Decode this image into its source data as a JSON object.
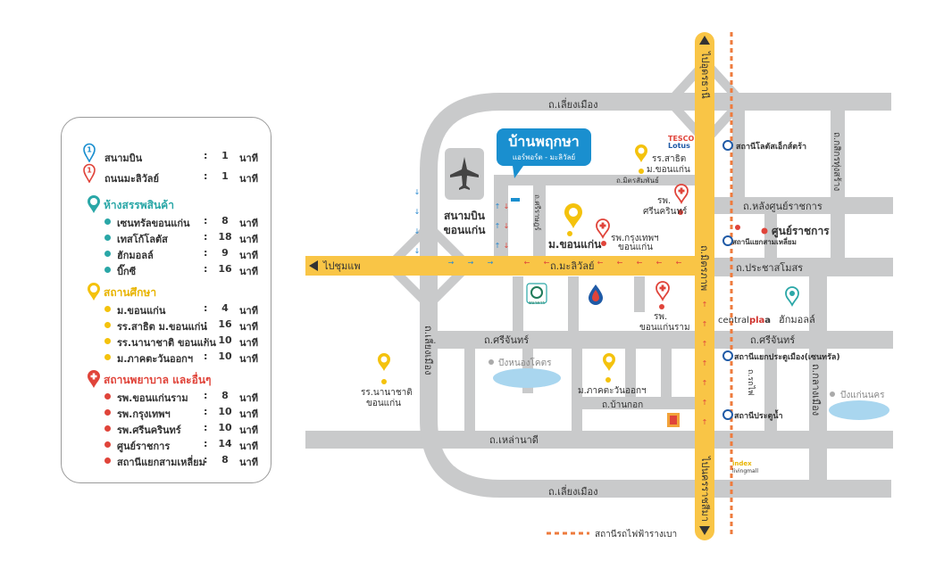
{
  "legend": {
    "transport": [
      {
        "name": "สนามบิน",
        "minutes": "1",
        "unit": "นาที"
      },
      {
        "name": "ถนนมะลิวัลย์",
        "minutes": "1",
        "unit": "นาที"
      }
    ],
    "malls": {
      "title": "ห้างสรรพสินค้า",
      "color": "#2aa7a7",
      "items": [
        {
          "name": "เซนทรัลขอนแก่น",
          "minutes": "8",
          "unit": "นาที"
        },
        {
          "name": "เทสโก้โลตัส",
          "minutes": "18",
          "unit": "นาที"
        },
        {
          "name": "ฮักมอลล์",
          "minutes": "9",
          "unit": "นาที"
        },
        {
          "name": "บิ๊กซี",
          "minutes": "16",
          "unit": "นาที"
        }
      ]
    },
    "schools": {
      "title": "สถานศึกษา",
      "color": "#f4c20d",
      "items": [
        {
          "name": "ม.ขอนแก่น",
          "minutes": "4",
          "unit": "นาที"
        },
        {
          "name": "รร.สาธิต ม.ขอนแก่น",
          "minutes": "16",
          "unit": "นาที"
        },
        {
          "name": "รร.นานาชาติ ขอนแก่น",
          "minutes": "10",
          "unit": "นาที"
        },
        {
          "name": "ม.ภาคตะวันออกฯ",
          "minutes": "10",
          "unit": "นาที"
        }
      ]
    },
    "hospitals": {
      "title": "สถานพยาบาล และอื่นๆ",
      "color": "#e0443a",
      "items": [
        {
          "name": "รพ.ขอนแก่นราม",
          "minutes": "8",
          "unit": "นาที"
        },
        {
          "name": "รพ.กรุงเทพฯ",
          "minutes": "10",
          "unit": "นาที"
        },
        {
          "name": "รพ.ศรีนครินทร์",
          "minutes": "10",
          "unit": "นาที"
        },
        {
          "name": "ศูนย์ราชการ",
          "minutes": "14",
          "unit": "นาที"
        },
        {
          "name": "สถานีแยกสามเหลี่ยม",
          "minutes": "8",
          "unit": "นาที"
        }
      ]
    },
    "colon": ":"
  },
  "roads": {
    "liang_muang_top": "ถ.เลี่ยงเมือง",
    "liang_muang_bottom": "ถ.เลี่ยงเมือง",
    "liang_muang_left": "ถ.เลี่ยงเมือง",
    "maliwan": "ถ.มะลิวัลย์",
    "mittraphap": "ถ.มิตรภาพ",
    "srichan_left": "ถ.ศรีจันทร์",
    "srichan_right": "ถ.ศรีจันทร์",
    "ban_kok": "ถ.บ้านกอก",
    "lao_na_di": "ถ.เหล่านาดี",
    "mitsamphan": "ถ.มิตรสัมพันธ์",
    "kasikorn": "ถ.กสิกรทุ่งสร้าง",
    "lang_sunrachakan": "ถ.หลังศูนย์ราชการ",
    "prachasamosorn": "ถ.ประชาสโมสร",
    "khlang_muang": "ถ.กลางเมือง",
    "rot_fai": "ถ.รถไฟ",
    "sri_rang": "ถ.ศรีราษฎร์",
    "to_udon": "ไปอุดรธานี",
    "to_korat": "ไปนครราชสีมา",
    "to_chumphae": "ไปชุมแพ"
  },
  "places": {
    "project_name": "บ้านพฤกษา",
    "project_sub": "แอร์พอร์ต - มะลิวัลย์",
    "airport_line1": "สนามบิน",
    "airport_line2": "ขอนแก่น",
    "kku": "ม.ขอนแก่น",
    "satit_line1": "รร.สาธิต",
    "satit_line2": "ม.ขอนแก่น",
    "srinagarind_line1": "รพ.",
    "srinagarind_line2": "ศรีนครินทร์",
    "bangkok_hosp_line1": "รพ.กรุงเทพฯ",
    "bangkok_hosp_line2": "ขอนแก่น",
    "khonkaenram_line1": "รพ.",
    "khonkaenram_line2": "ขอนแก่นราม",
    "intl_school_line1": "รร.นานาชาติ",
    "intl_school_line2": "ขอนแก่น",
    "eastern_univ": "ม.ภาคตะวันออกฯ",
    "nong_khot": "บึงหนองโคตร",
    "kaen_nakhon": "บึงแก่นนคร",
    "sunrachakan": "ศูนย์ราชการ",
    "hug_mall": "ฮักมอลล์",
    "central_a": "central",
    "central_b": "pla",
    "central_c": "a",
    "tesco_top": "TESCO",
    "tesco_bottom": "Lotus",
    "index_top": "index",
    "index_bottom": "livingmall",
    "bank_label": "ธนาคาร"
  },
  "stations": {
    "lotus": "สถานีโลตัสเอ็กส์ตร้า",
    "samliam": "สถานีแยกสามเหลี่ยม",
    "pratu_muang": "สถานีแยกประตูเมือง(เซนทรัล)",
    "pratu_nam": "สถานีประตูน้ำ"
  },
  "rail_legend": "สถานีรถไฟฟ้ารางเบา",
  "colors": {
    "road_gray": "#c9cacb",
    "road_yellow": "#f9c546",
    "project_blue": "#1a8fcf",
    "station_blue": "#1f5aa6",
    "rail_orange": "#ee7b3d",
    "arrow_red": "#e0443a",
    "arrow_blue": "#2b8ad0"
  }
}
